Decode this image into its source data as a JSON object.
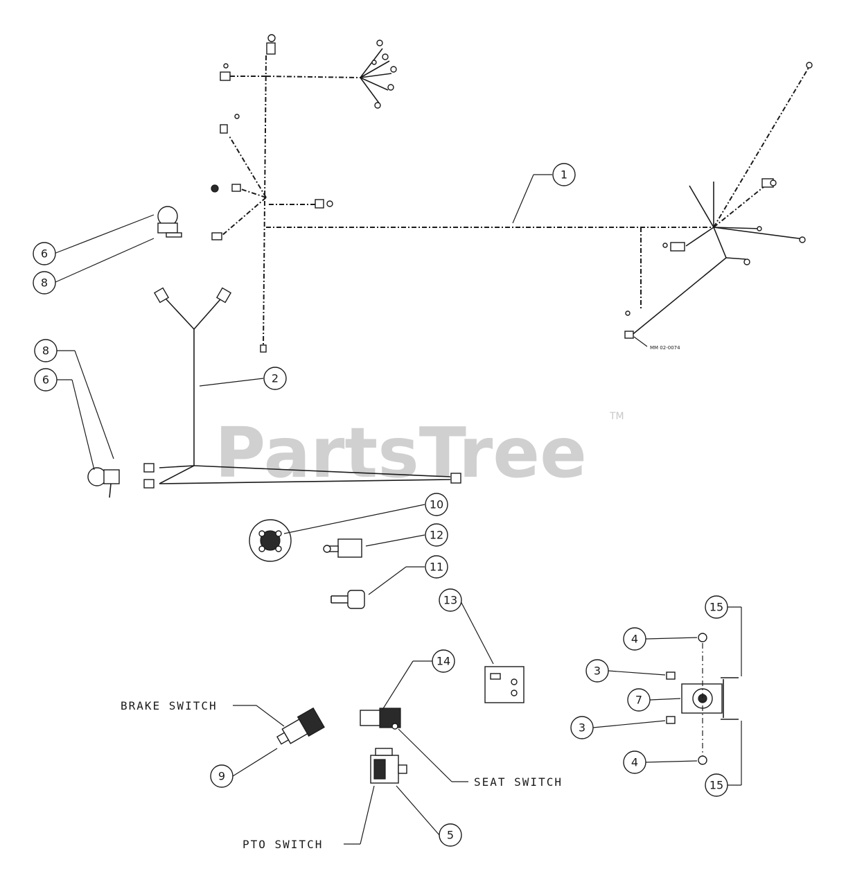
{
  "watermark": {
    "brand": "PartsTree",
    "trademark": "TM"
  },
  "labels": {
    "brake_switch": "BRAKE SWITCH",
    "seat_switch": "SEAT SWITCH",
    "pto_switch": "PTO SWITCH",
    "drawing_number": "MM 02-0074"
  },
  "callouts": [
    "1",
    "2",
    "3",
    "3",
    "4",
    "4",
    "5",
    "6",
    "6",
    "7",
    "8",
    "8",
    "9",
    "10",
    "11",
    "12",
    "13",
    "14",
    "15",
    "15"
  ]
}
